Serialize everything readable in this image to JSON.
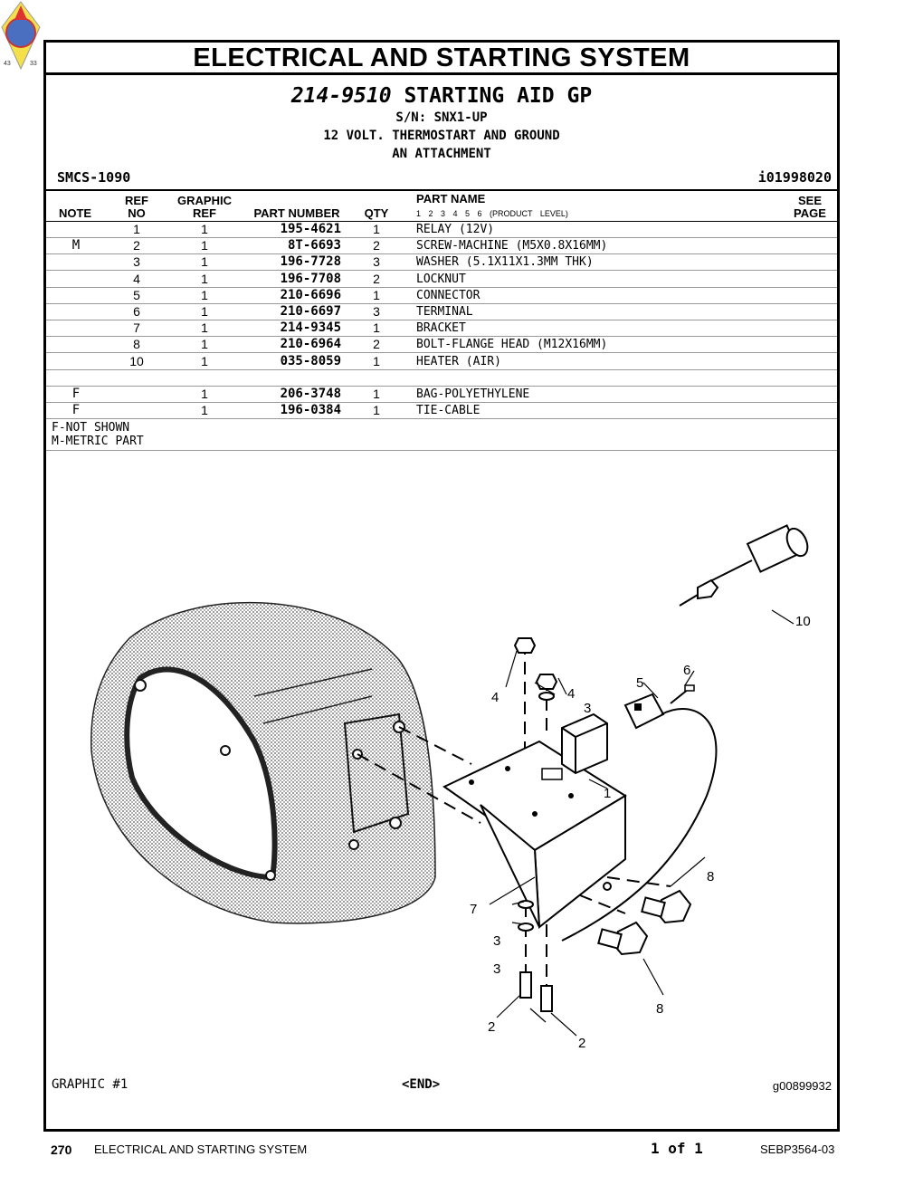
{
  "page_title": "ELECTRICAL  AND  STARTING  SYSTEM",
  "group": {
    "part_number": "214-9510",
    "name": "STARTING AID GP",
    "serial": "S/N: SNX1-UP",
    "line1": "12 VOLT. THERMOSTART AND GROUND",
    "line2": "AN ATTACHMENT"
  },
  "smcs": "SMCS-1090",
  "doc_id": "i01998020",
  "columns": {
    "note": "NOTE",
    "ref_top": "REF",
    "ref_bottom": "NO",
    "gref_top": "GRAPHIC",
    "gref_bottom": "REF",
    "part_number": "PART NUMBER",
    "qty": "QTY",
    "part_name": "PART NAME",
    "product_level": "1 2 3 4 5 6 (PRODUCT LEVEL)",
    "see_top": "SEE",
    "see_bottom": "PAGE"
  },
  "rows": [
    {
      "note": "",
      "ref": "1",
      "gref": "1",
      "pn": "195-4621",
      "qty": "1",
      "name": "RELAY (12V)"
    },
    {
      "note": "M",
      "ref": "2",
      "gref": "1",
      "pn": "8T-6693",
      "qty": "2",
      "name": "SCREW-MACHINE (M5X0.8X16MM)"
    },
    {
      "note": "",
      "ref": "3",
      "gref": "1",
      "pn": "196-7728",
      "qty": "3",
      "name": "WASHER (5.1X11X1.3MM THK)"
    },
    {
      "note": "",
      "ref": "4",
      "gref": "1",
      "pn": "196-7708",
      "qty": "2",
      "name": "LOCKNUT"
    },
    {
      "note": "",
      "ref": "5",
      "gref": "1",
      "pn": "210-6696",
      "qty": "1",
      "name": "CONNECTOR"
    },
    {
      "note": "",
      "ref": "6",
      "gref": "1",
      "pn": "210-6697",
      "qty": "3",
      "name": "TERMINAL"
    },
    {
      "note": "",
      "ref": "7",
      "gref": "1",
      "pn": "214-9345",
      "qty": "1",
      "name": "BRACKET"
    },
    {
      "note": "",
      "ref": "8",
      "gref": "1",
      "pn": "210-6964",
      "qty": "2",
      "name": "BOLT-FLANGE HEAD (M12X16MM)"
    },
    {
      "note": "",
      "ref": "10",
      "gref": "1",
      "pn": "035-8059",
      "qty": "1",
      "name": "HEATER (AIR)"
    },
    {
      "note": "",
      "ref": "",
      "gref": "",
      "pn": "",
      "qty": "",
      "name": ""
    },
    {
      "note": "F",
      "ref": "",
      "gref": "1",
      "pn": "206-3748",
      "qty": "1",
      "name": "BAG-POLYETHYLENE"
    },
    {
      "note": "F",
      "ref": "",
      "gref": "1",
      "pn": "196-0384",
      "qty": "1",
      "name": "TIE-CABLE"
    }
  ],
  "notes": [
    "F-NOT SHOWN",
    "M-METRIC PART"
  ],
  "callouts": {
    "c1": "1",
    "c2a": "2",
    "c2b": "2",
    "c3a": "3",
    "c3b": "3",
    "c3c": "3",
    "c4a": "4",
    "c4b": "4",
    "c5": "5",
    "c6": "6",
    "c7": "7",
    "c8a": "8",
    "c8b": "8",
    "c10": "10"
  },
  "graphic_label": "GRAPHIC #1",
  "end_label": "<END>",
  "graphic_id": "g00899932",
  "footer": {
    "page_number": "270",
    "section": "ELECTRICAL AND STARTING SYSTEM",
    "page_of": "1 of 1",
    "doc_number": "SEBP3564-03"
  },
  "logo_numbers": {
    "left": "43",
    "right": "33"
  },
  "colors": {
    "logo_blue": "#4a6fc0",
    "logo_yellow": "#f4e04a",
    "logo_red": "#d33"
  }
}
